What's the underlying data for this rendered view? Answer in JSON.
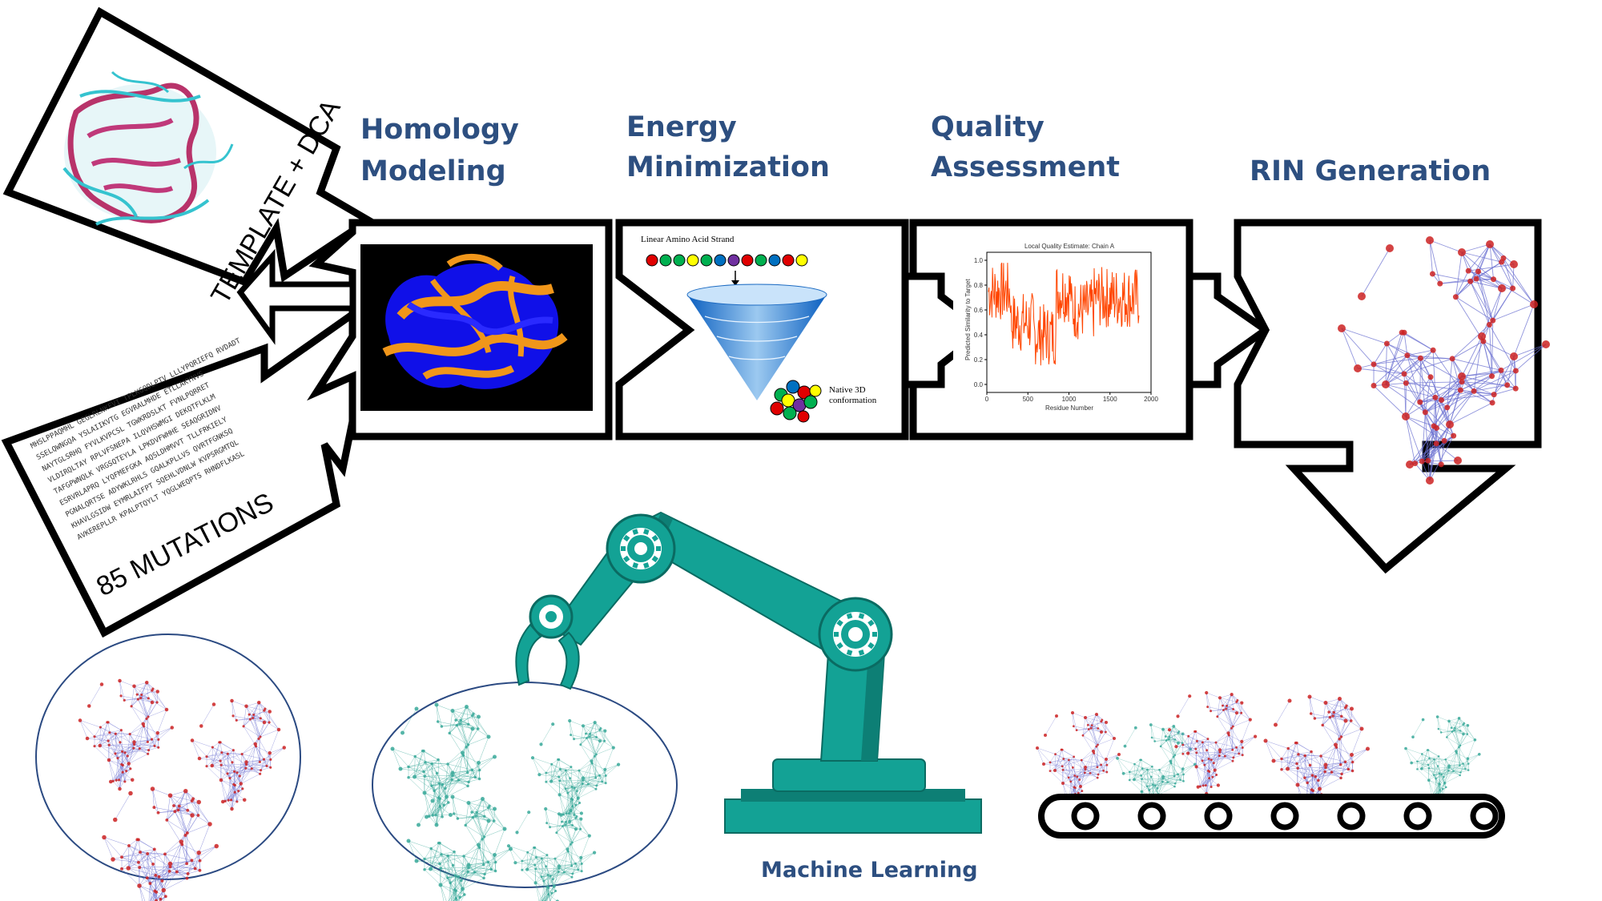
{
  "steps": [
    {
      "id": "homology",
      "line1": "Homology",
      "line2": "Modeling"
    },
    {
      "id": "energy",
      "line1": "Energy",
      "line2": "Minimization"
    },
    {
      "id": "quality",
      "line1": "Quality",
      "line2": "Assessment"
    },
    {
      "id": "rin",
      "line1": "RIN Generation",
      "line2": ""
    }
  ],
  "inputs": {
    "template_label": "TEMPLATE + DCA",
    "mutations_label": "85 MUTATIONS"
  },
  "energy_panel": {
    "strand_label": "Linear Amino Acid Strand",
    "native_line1": "Native 3D",
    "native_line2": "conformation",
    "bead_colors": [
      "#e00000",
      "#00b050",
      "#00b050",
      "#ffff00",
      "#00b050",
      "#0070c0",
      "#7030a0",
      "#e00000",
      "#00b050",
      "#0070c0",
      "#e00000",
      "#ffff00"
    ]
  },
  "quality_plot": {
    "title": "Local Quality Estimate: Chain A",
    "xlabel": "Residue Number",
    "ylabel": "Predicted Similarity to Target",
    "xticks": [
      "0",
      "500",
      "1000",
      "1500",
      "2000"
    ],
    "yticks": [
      "0.0",
      "0.2",
      "0.4",
      "0.6",
      "0.8",
      "1.0"
    ],
    "line_color": "#ff4500"
  },
  "machine_learning": {
    "label": "Machine Learning",
    "arm_color": "#13a295",
    "arm_dark": "#0d7f75"
  },
  "colors": {
    "title_blue": "#2d4f80",
    "rin_red": "#cc2222",
    "rin_teal": "#3aa99a",
    "edge_blue": "#6a6fd0"
  }
}
